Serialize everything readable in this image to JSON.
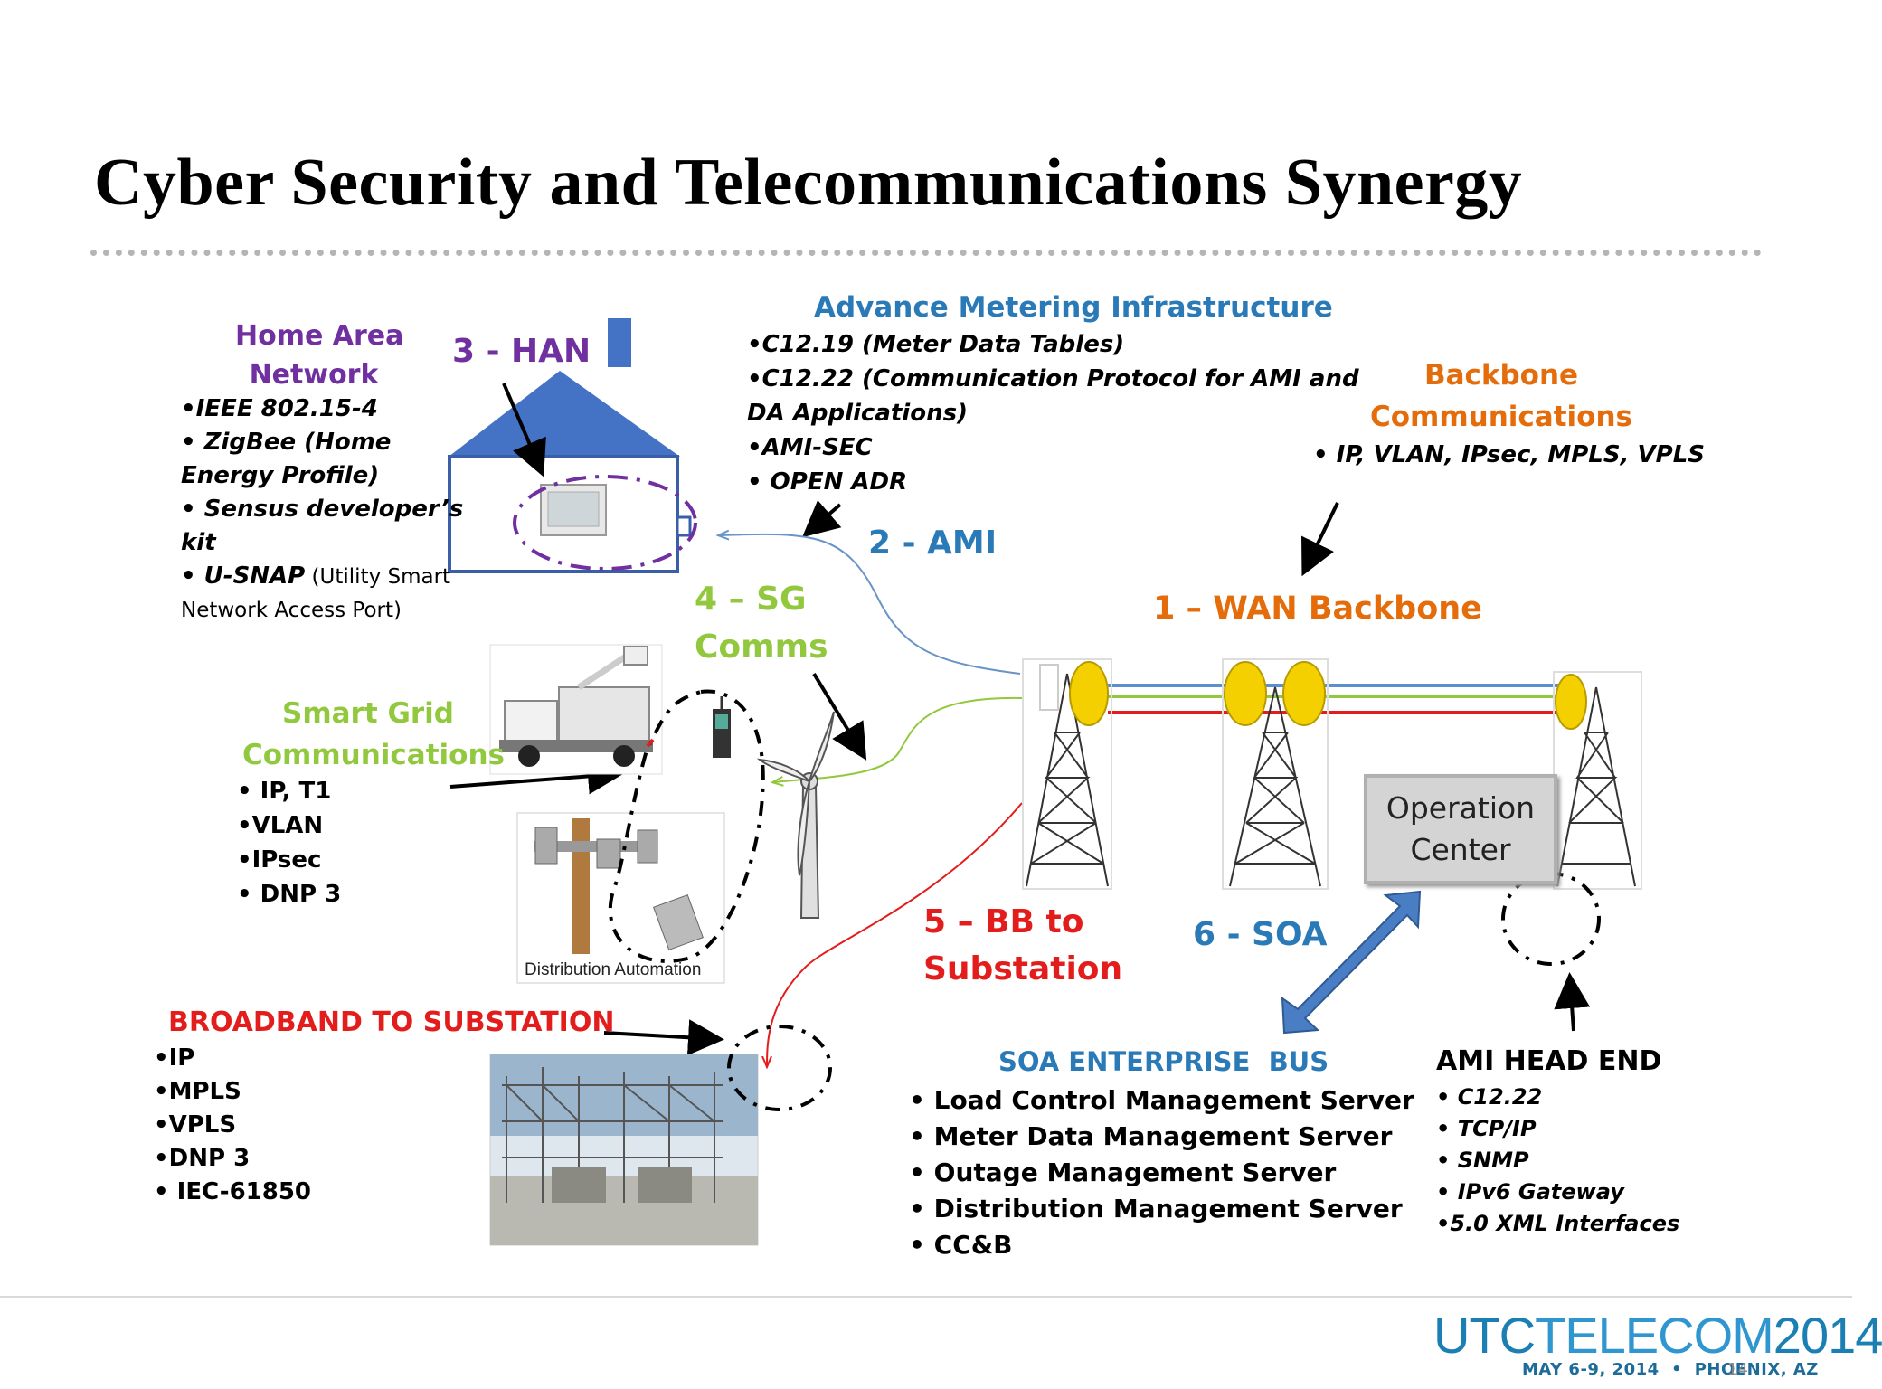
{
  "title": "Cyber Security and Telecommunications Synergy",
  "colors": {
    "purple": "#7030a0",
    "blue": "#1f77b4",
    "orange": "#e46c0a",
    "green": "#92c83e",
    "red": "#e31c1c",
    "ami_blue": "#2a7ab8"
  },
  "han": {
    "heading_line1": "Home Area",
    "heading_line2": "Network",
    "number_label": "3 - HAN",
    "items": [
      "•IEEE 802.15-4",
      "• ZigBee (Home",
      "Energy Profile)",
      "• Sensus developer’s",
      "kit"
    ],
    "usnap_bold": "• U-SNAP",
    "usnap_rest": " (Utility Smart",
    "usnap_line2": "Network Access Port)"
  },
  "ami": {
    "heading": "Advance Metering Infrastructure",
    "number_label": "2 - AMI",
    "items": [
      "•C12.19 (Meter Data Tables)",
      "•C12.22 (Communication Protocol for AMI and",
      "DA Applications)",
      "•AMI-SEC",
      "• OPEN ADR"
    ]
  },
  "backbone": {
    "heading_line1": "Backbone",
    "heading_line2": "Communications",
    "items": [
      "• IP, VLAN, IPsec, MPLS, VPLS"
    ],
    "number_label": "1 – WAN Backbone"
  },
  "sg": {
    "number_line1": "4 – SG",
    "number_line2": "Comms",
    "heading_line1": "Smart Grid",
    "heading_line2": "Communications",
    "items": [
      "• IP, T1",
      "•VLAN",
      "•IPsec",
      "• DNP 3"
    ],
    "photo_caption": "Distribution Automation"
  },
  "substation": {
    "heading": "BROADBAND TO SUBSTATION",
    "items": [
      "•IP",
      "•MPLS",
      "•VPLS",
      "•DNP 3",
      "• IEC-61850"
    ],
    "number_line1": "5 – BB to",
    "number_line2": "Substation"
  },
  "soa": {
    "number_label": "6 - SOA",
    "heading": "SOA ENTERPRISE  BUS",
    "items": [
      "• Load Control Management Server",
      "• Meter Data Management Server",
      "• Outage Management Server",
      "• Distribution Management Server",
      "• CC&B"
    ]
  },
  "ops": {
    "label_line1": "Operation",
    "label_line2": "Center"
  },
  "headend": {
    "heading": "AMI HEAD END",
    "items": [
      "• C12.22",
      "• TCP/IP",
      "• SNMP",
      "• IPv6 Gateway",
      "•5.0 XML Interfaces"
    ]
  },
  "footer": {
    "conf_utc": "UTC",
    "conf_telecom": "TELECOM",
    "conf_year": "2014",
    "conf_date": "MAY 6-9, 2014  •  PHOENIX, AZ",
    "slide_number": "14"
  }
}
